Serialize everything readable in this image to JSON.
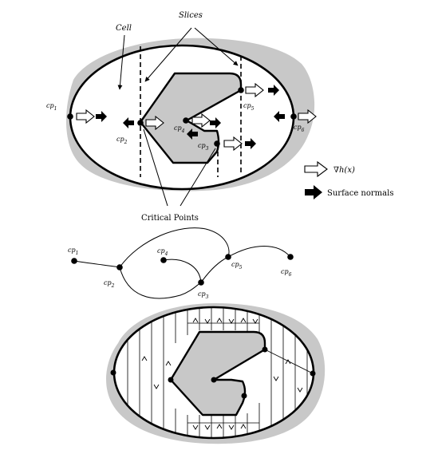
{
  "top": {
    "cell_label": "Cell",
    "slices_label": "Slices",
    "critical_points_label": "Critical Points",
    "points": [
      {
        "base": "cp",
        "sub": "1"
      },
      {
        "base": "cp",
        "sub": "2"
      },
      {
        "base": "cp",
        "sub": "3"
      },
      {
        "base": "cp",
        "sub": "4"
      },
      {
        "base": "cp",
        "sub": "5"
      },
      {
        "base": "cp",
        "sub": "6"
      }
    ]
  },
  "legend": {
    "gradient_label": "∇h(x)",
    "normals_label": "Surface normals"
  },
  "graph": {
    "points": [
      {
        "base": "cp",
        "sub": "1"
      },
      {
        "base": "cp",
        "sub": "2"
      },
      {
        "base": "cp",
        "sub": "3"
      },
      {
        "base": "cp",
        "sub": "4"
      },
      {
        "base": "cp",
        "sub": "5"
      },
      {
        "base": "cp",
        "sub": "6"
      }
    ]
  },
  "colors": {
    "obstacle_fill": "#c8c8c8",
    "stroke": "#000000",
    "background": "#ffffff"
  }
}
